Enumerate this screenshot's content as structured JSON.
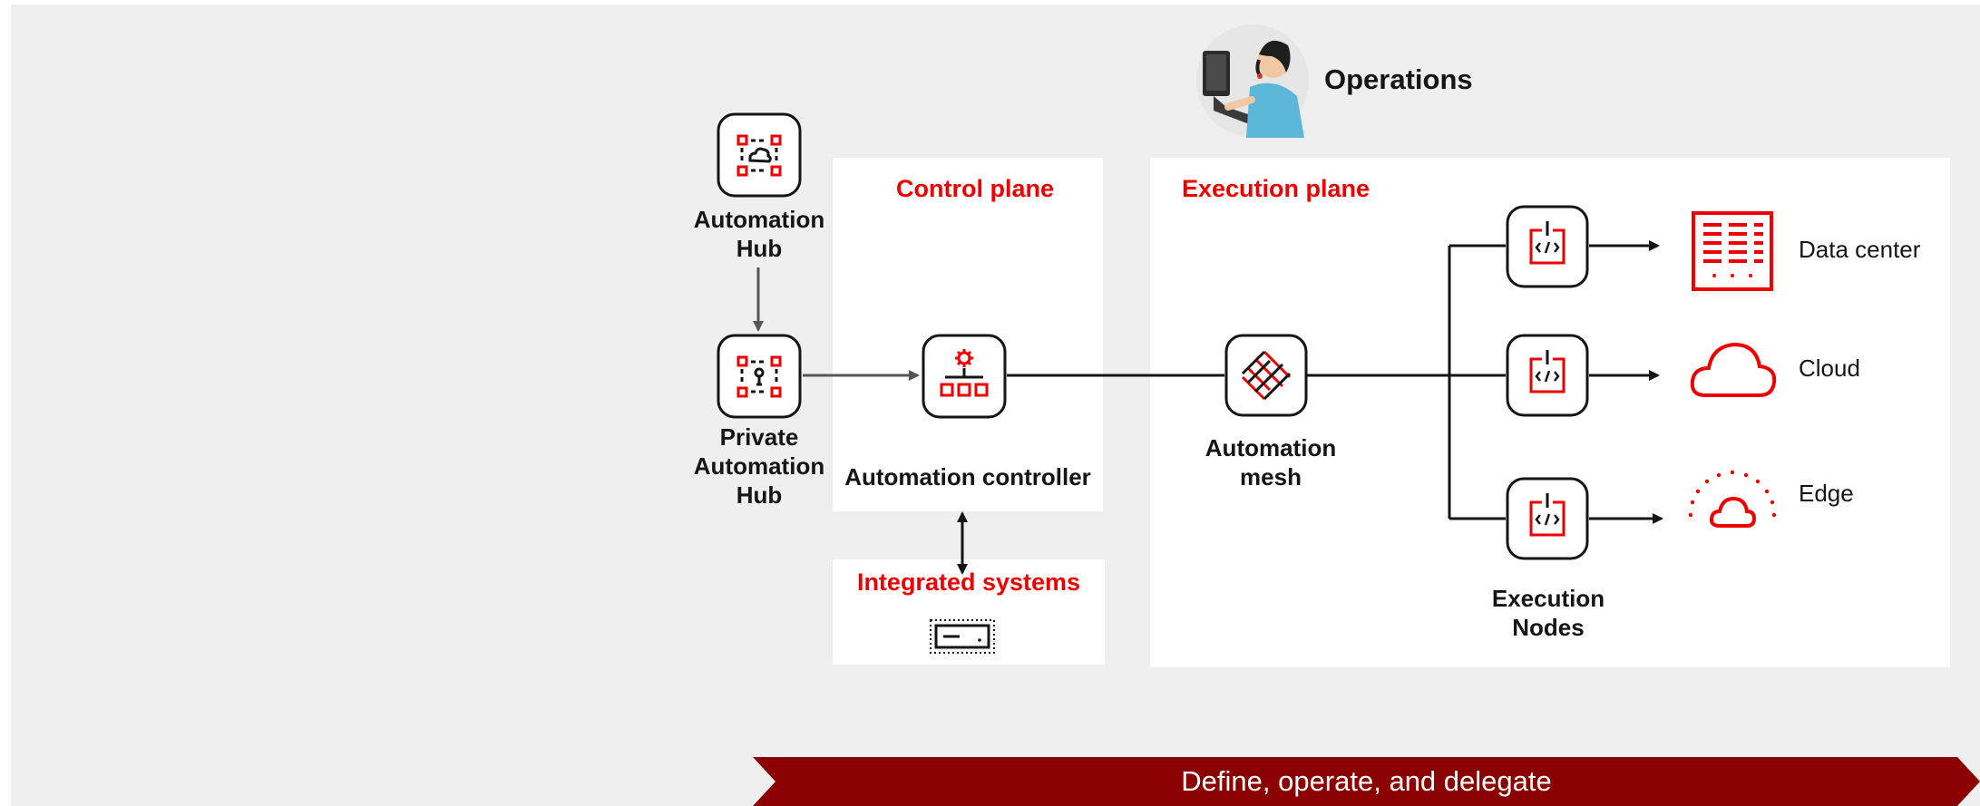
{
  "operations": {
    "title": "Operations",
    "avatar_icon": "operator-avatar-icon"
  },
  "control_plane": {
    "title": "Control plane",
    "controller_label": "Automation controller"
  },
  "execution_plane": {
    "title": "Execution plane",
    "mesh_label": "Automation mesh",
    "nodes_label": "Execution Nodes"
  },
  "integrated_systems": {
    "title": "Integrated systems"
  },
  "automation_hub": {
    "label": "Automation Hub"
  },
  "private_hub": {
    "label": "Private Automation Hub"
  },
  "targets": [
    {
      "label": "Data center",
      "icon": "data-center-icon"
    },
    {
      "label": "Cloud",
      "icon": "cloud-icon"
    },
    {
      "label": "Edge",
      "icon": "edge-icon"
    }
  ],
  "banner": {
    "text": "Define, operate, and delegate"
  },
  "colors": {
    "accent": "#ee0000",
    "banner": "#8b0000",
    "background": "#efefef",
    "ink": "#151515"
  }
}
